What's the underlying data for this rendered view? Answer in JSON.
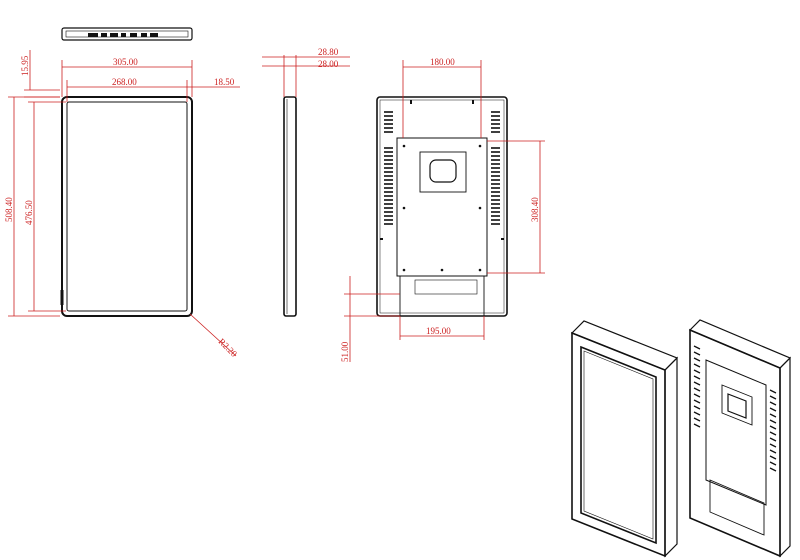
{
  "colors": {
    "dimension": "#cc1f1f",
    "outline": "#111111",
    "background": "#ffffff"
  },
  "dimensions": {
    "top_thickness": "15.95",
    "width_outer": "305.00",
    "width_inner": "268.00",
    "right_bezel": "18.50",
    "height_outer": "508.40",
    "height_inner": "476.50",
    "corner_radius": "R2.20",
    "side_depth_outer": "28.80",
    "side_depth_inner": "28.00",
    "rear_top_span": "180.00",
    "rear_bracket_height": "308.40",
    "rear_bottom_span": "195.00",
    "rear_bottom_offset": "51.00"
  }
}
